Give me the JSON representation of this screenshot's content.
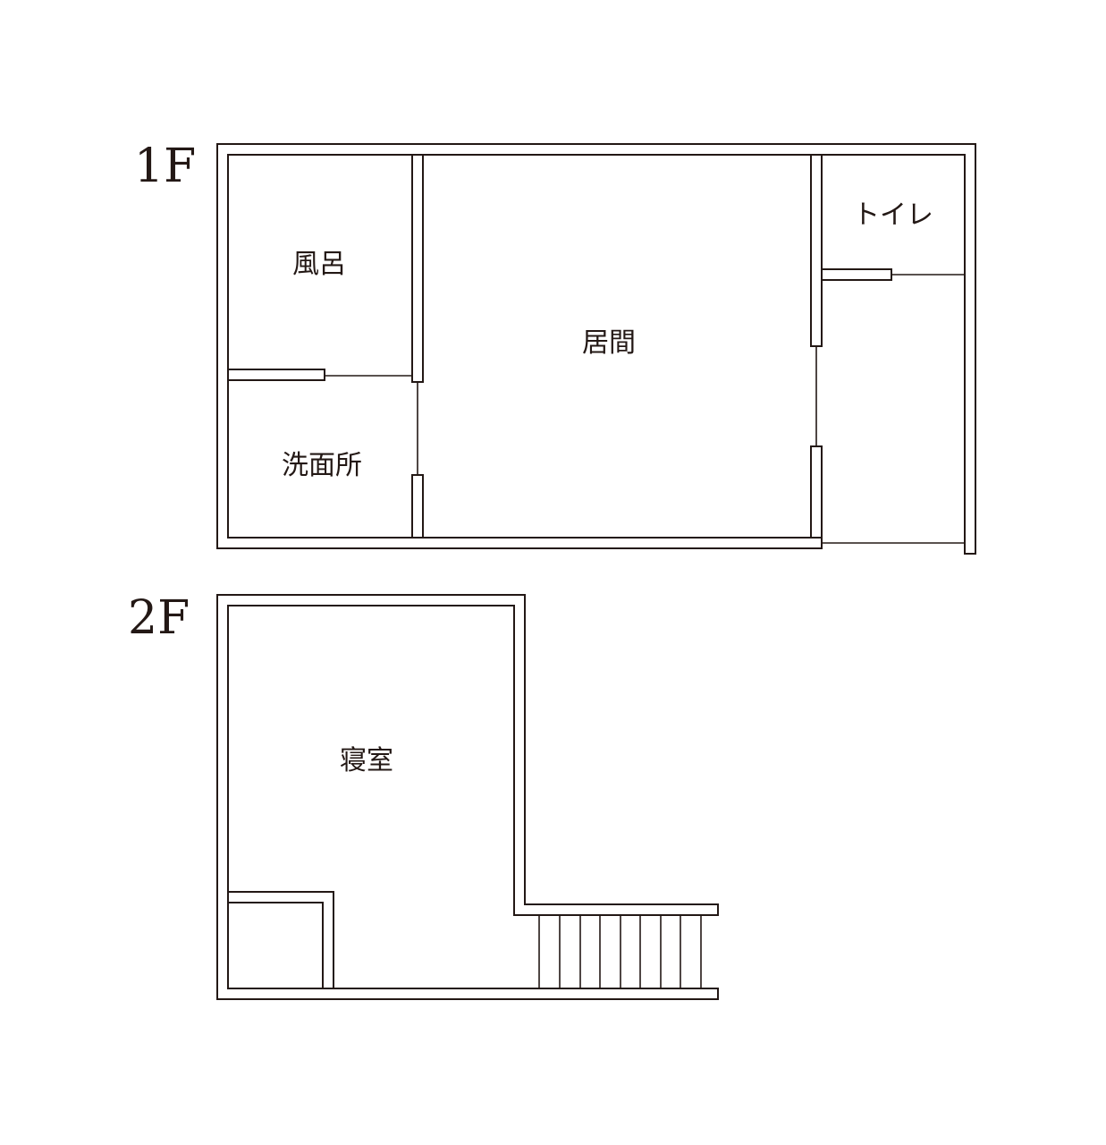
{
  "floors": [
    {
      "label": "1F"
    },
    {
      "label": "2F"
    }
  ],
  "rooms": {
    "bath": "風呂",
    "living": "居間",
    "toilet": "トイレ",
    "washroom": "洗面所",
    "bedroom": "寝室"
  },
  "colors": {
    "line": "#231815",
    "background": "#ffffff"
  }
}
